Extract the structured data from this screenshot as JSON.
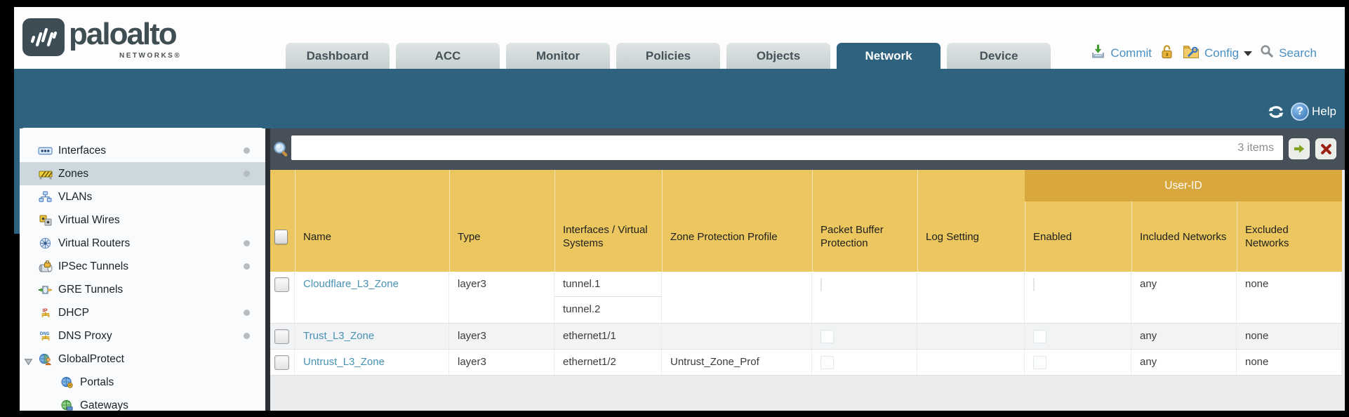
{
  "header": {
    "brand": {
      "name": "paloalto",
      "sub": "NETWORKS®"
    },
    "tabs": [
      {
        "label": "Dashboard",
        "active": false
      },
      {
        "label": "ACC",
        "active": false
      },
      {
        "label": "Monitor",
        "active": false
      },
      {
        "label": "Policies",
        "active": false
      },
      {
        "label": "Objects",
        "active": false
      },
      {
        "label": "Network",
        "active": true
      },
      {
        "label": "Device",
        "active": false
      }
    ],
    "actions": {
      "commit": "Commit",
      "config": "Config",
      "search": "Search"
    }
  },
  "subheader": {
    "help": "Help"
  },
  "sidebar": {
    "items": [
      {
        "label": "Interfaces",
        "icon": "interfaces-icon",
        "dot": true
      },
      {
        "label": "Zones",
        "icon": "zones-icon",
        "dot": true,
        "selected": true
      },
      {
        "label": "VLANs",
        "icon": "vlans-icon"
      },
      {
        "label": "Virtual Wires",
        "icon": "virtual-wires-icon"
      },
      {
        "label": "Virtual Routers",
        "icon": "virtual-routers-icon",
        "dot": true
      },
      {
        "label": "IPSec Tunnels",
        "icon": "ipsec-tunnels-icon",
        "dot": true
      },
      {
        "label": "GRE Tunnels",
        "icon": "gre-tunnels-icon"
      },
      {
        "label": "DHCP",
        "icon": "dhcp-icon",
        "dot": true
      },
      {
        "label": "DNS Proxy",
        "icon": "dns-proxy-icon",
        "dot": true
      },
      {
        "label": "GlobalProtect",
        "icon": "globalprotect-icon",
        "expanded": true
      },
      {
        "label": "Portals",
        "icon": "portals-icon",
        "indent": true
      },
      {
        "label": "Gateways",
        "icon": "gateways-icon",
        "indent": true
      }
    ]
  },
  "toolbar": {
    "search_value": "",
    "items_count": "3 items"
  },
  "table": {
    "group_header": "User-ID",
    "columns": [
      "Name",
      "Type",
      "Interfaces / Virtual Systems",
      "Zone Protection Profile",
      "Packet Buffer Protection",
      "Log Setting",
      "Enabled",
      "Included Networks",
      "Excluded Networks"
    ],
    "rows": [
      {
        "name": "Cloudflare_L3_Zone",
        "type": "layer3",
        "interfaces": [
          "tunnel.1",
          "tunnel.2"
        ],
        "zone_protection_profile": "",
        "packet_buffer_protection": false,
        "log_setting": "",
        "enabled": false,
        "included_networks": "any",
        "excluded_networks": "none"
      },
      {
        "name": "Trust_L3_Zone",
        "type": "layer3",
        "interfaces": [
          "ethernet1/1"
        ],
        "zone_protection_profile": "",
        "packet_buffer_protection": false,
        "log_setting": "",
        "enabled": false,
        "included_networks": "any",
        "excluded_networks": "none"
      },
      {
        "name": "Untrust_L3_Zone",
        "type": "layer3",
        "interfaces": [
          "ethernet1/2"
        ],
        "zone_protection_profile": "Untrust_Zone_Prof",
        "packet_buffer_protection": false,
        "log_setting": "",
        "enabled": false,
        "included_networks": "any",
        "excluded_networks": "none"
      }
    ]
  },
  "colors": {
    "accent_teal": "#2f627f",
    "header_gold": "#ecc75f",
    "group_gold": "#d8a73e",
    "link_blue": "#4892b4",
    "toolbar_dark": "#475059"
  }
}
